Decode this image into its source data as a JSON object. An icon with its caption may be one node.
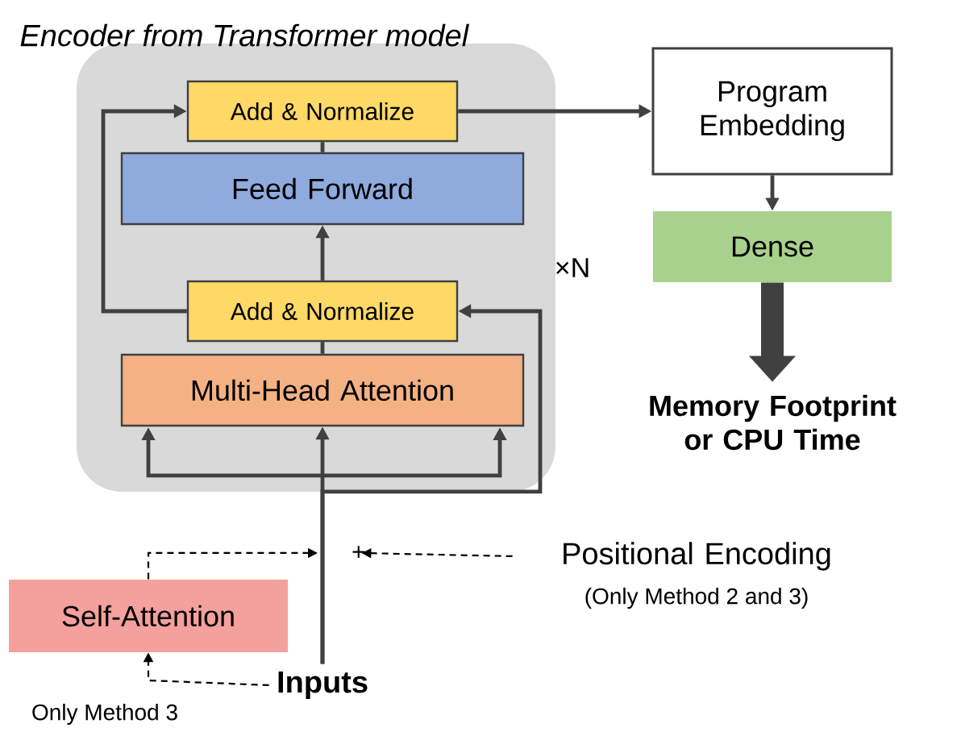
{
  "diagram": {
    "nodes": [
      {
        "text": [
          "Encoder from Transformer model"
        ]
      },
      {
        "text": [
          "Add & Normalize"
        ],
        "in": 0
      },
      {
        "text": [
          "Feed Forward"
        ],
        "in": 0
      },
      {
        "text": [
          "Add & Normalize"
        ],
        "in": 0
      },
      {
        "text": [
          "Multi-Head Attention"
        ],
        "in": 0
      },
      {
        "text": [
          "Program Embedding"
        ]
      },
      {
        "text": [
          "Dense"
        ]
      },
      {
        "text": [
          "Memory Footprint or CPU Time"
        ]
      },
      {
        "text": [
          "Inputs"
        ]
      },
      {
        "text": [
          "Positional Encoding"
        ],
        "beside": [
          "(Only Method 2 and 3)"
        ]
      },
      {
        "text": [
          "Self-Attention"
        ],
        "beside": [
          "Only Method 3"
        ]
      },
      {
        "text": [
          "+"
        ]
      }
    ],
    "edges": [
      {
        "from": 8,
        "to": 4,
        "arrow": "to"
      },
      {
        "from": 8,
        "to": 3,
        "arrow": "to"
      },
      {
        "from": 4,
        "to": 3,
        "arrow": "none"
      },
      {
        "from": 3,
        "to": 2,
        "arrow": "to"
      },
      {
        "from": 2,
        "to": 1,
        "arrow": "none"
      },
      {
        "from": 3,
        "to": 1,
        "arrow": "to"
      },
      {
        "from": 1,
        "to": 5,
        "arrow": "to"
      },
      {
        "from": 5,
        "to": 6,
        "arrow": "to"
      },
      {
        "from": 6,
        "to": 7,
        "arrow": "to",
        "style": "thick"
      },
      {
        "from": 9,
        "to": 11,
        "arrow": "to",
        "style": "dashed"
      },
      {
        "from": 8,
        "to": 10,
        "arrow": "to",
        "style": "dashed"
      },
      {
        "from": 10,
        "to": null,
        "arrow": "to",
        "style": "dashed"
      }
    ],
    "labels": [
      "×N"
    ]
  }
}
